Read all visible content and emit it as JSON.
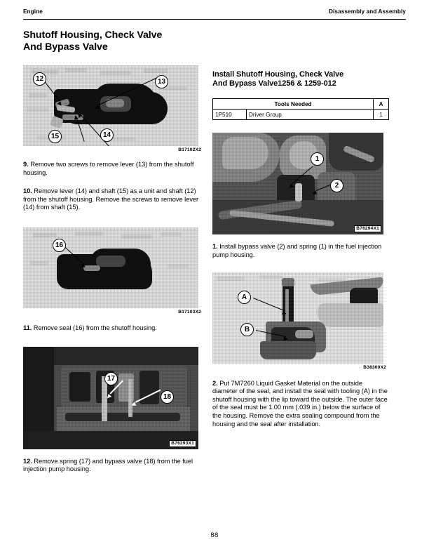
{
  "header": {
    "left": "Engine",
    "right": "Disassembly and Assembly"
  },
  "left_column": {
    "section_title_line1": "Shutoff Housing, Check Valve",
    "section_title_line2": "And Bypass Valve",
    "figure_1": {
      "code": "B17102X2",
      "callouts": [
        "12",
        "13",
        "14",
        "15"
      ]
    },
    "step_9": "9. Remove two screws to remove lever (13) from the shutoff housing.",
    "step_9_num": "9.",
    "step_9_text": " Remove two screws to remove lever (13) from the shutoff housing.",
    "step_10_num": "10.",
    "step_10_text": " Remove lever (14) and shaft (15) as a unit and shaft (12) from the shutoff housing. Remove the screws to remove lever (14) from shaft (15).",
    "figure_2": {
      "code": "B17103X2",
      "callouts": [
        "16"
      ]
    },
    "step_11_num": "11.",
    "step_11_text": " Remove seal (16) from the shutoff housing.",
    "figure_3": {
      "code": "B76293X1",
      "callouts": [
        "17",
        "18"
      ]
    },
    "step_12_num": "12.",
    "step_12_text": " Remove spring (17) and bypass valve (18) from the fuel injection pump housing."
  },
  "right_column": {
    "install_title_line1": "Install Shutoff Housing, Check Valve",
    "install_title_line2": "And Bypass Valve",
    "install_title_code": "1256 & 1259-012",
    "tools_table": {
      "header_main": "Tools Needed",
      "header_qty": "A",
      "rows": [
        {
          "part": "1P510",
          "name": "Driver Group",
          "qty": "1"
        }
      ]
    },
    "figure_4": {
      "code": "B76294X1",
      "callouts": [
        "1",
        "2"
      ]
    },
    "step_1_num": "1.",
    "step_1_text": " Install bypass valve (2) and spring (1) in the fuel injection pump housing.",
    "figure_5": {
      "code": "B38300X2",
      "callouts": [
        "A",
        "B"
      ]
    },
    "step_2_num": "2.",
    "step_2_text": " Put 7M7260 Liquid Gasket Material on the outside diameter of the seal, and install the seal with tooling (A) in the shutoff housing with the lip toward the outside. The outer face of the seal must be 1.00 mm (.039 in.) below the surface of the housing. Remove the extra sealing compound from the housing and the seal after installation."
  },
  "page_number": "88"
}
